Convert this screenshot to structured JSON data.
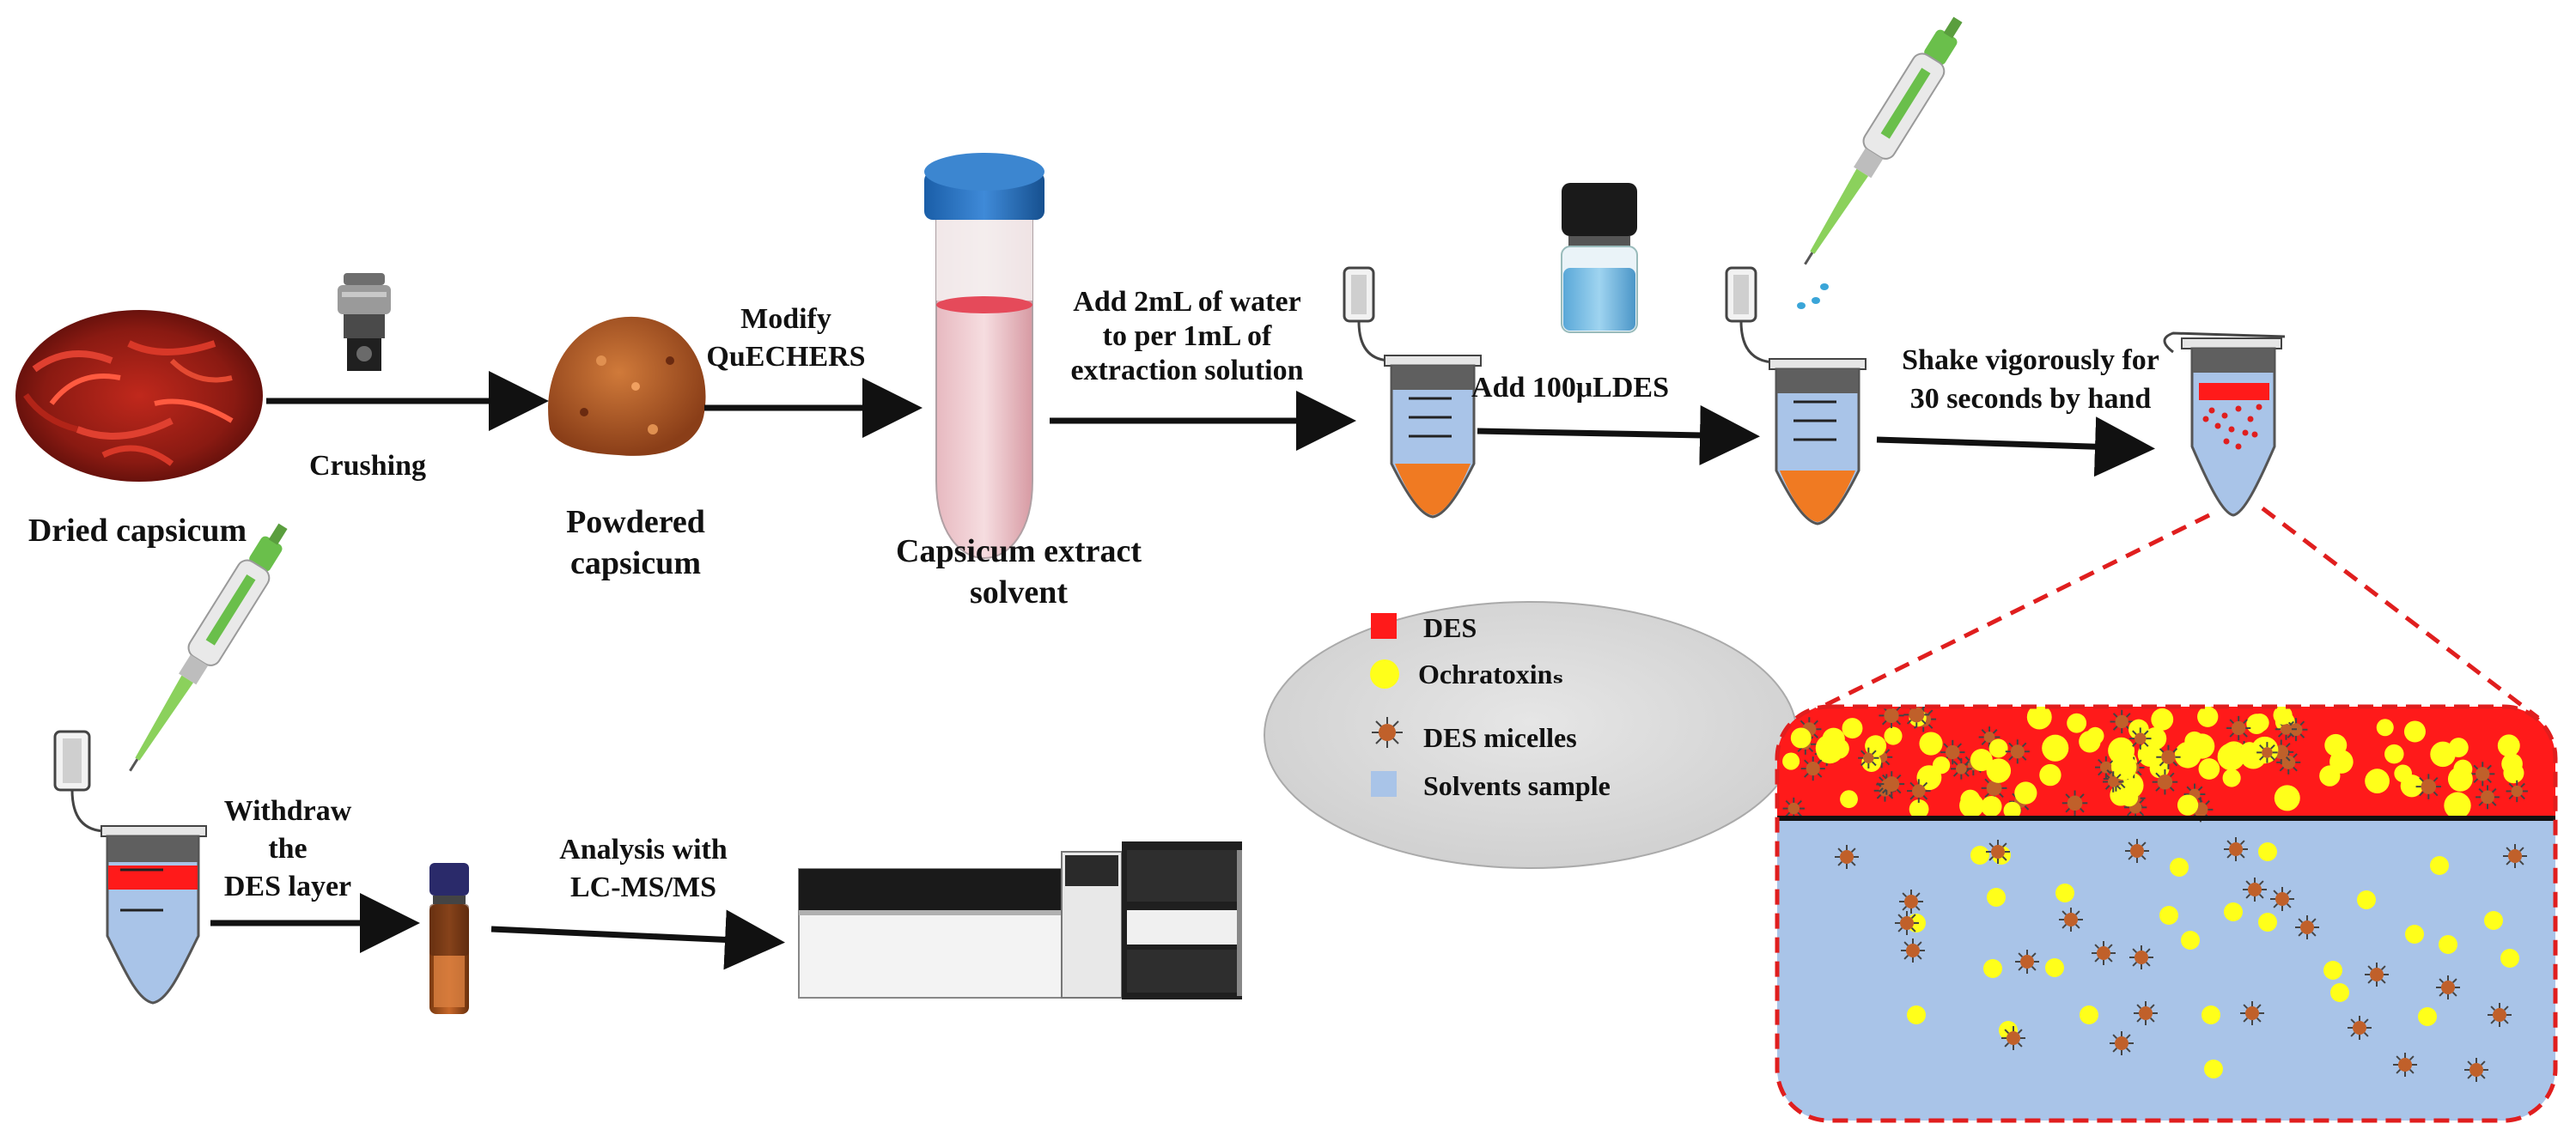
{
  "labels": {
    "dried_capsicum": "Dried capsicum",
    "crushing": "Crushing",
    "powdered_line1": "Powdered",
    "powdered_line2": "capsicum",
    "modify_line1": "Modify",
    "modify_line2": "QuECHERS",
    "extract_line1": "Capsicum extract",
    "extract_line2": "solvent",
    "add_water_line1": "Add 2mL of water",
    "add_water_line2": "to per 1mL of",
    "add_water_line3": "extraction solution",
    "add_des": "Add 100μLDES",
    "shake_line1": "Shake vigorously for",
    "shake_line2": "30 seconds by hand",
    "withdraw_line1": "Withdraw",
    "withdraw_line2": "the",
    "withdraw_line3": "DES layer",
    "analysis_line1": "Analysis with",
    "analysis_line2": "LC-MS/MS"
  },
  "legend": {
    "des": "DES",
    "ochratoxins": "Ochratoxinₛ",
    "des_micelles": "DES micelles",
    "solvents_sample": "Solvents sample"
  },
  "colors": {
    "des": "#ff1a1a",
    "ochratoxin": "#ffff1a",
    "micelle": "#c0602a",
    "solvent": "#a9c4e8",
    "zoom_border": "#e01e1e",
    "arrow": "#111111"
  },
  "icons": [
    "chili-pile-icon",
    "grinder-icon",
    "powder-pile-icon",
    "centrifuge-tube-icon",
    "des-vial-icon",
    "pipette-icon",
    "eppendorf-tube-icon",
    "sample-vial-icon",
    "lc-ms-instrument-icon"
  ]
}
